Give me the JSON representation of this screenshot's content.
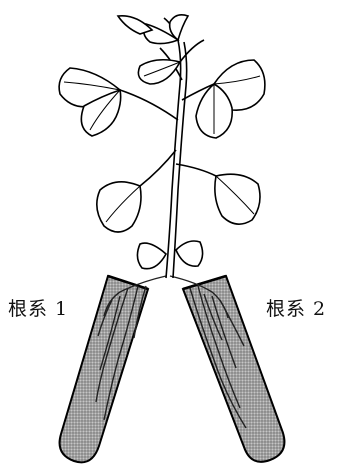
{
  "labels": {
    "root_system_1": "根系 1",
    "root_system_2": "根系 2"
  },
  "colors": {
    "outline": "#000000",
    "tube_fill": "#9a9a9a",
    "leaf_fill": "#ffffff",
    "background": "#ffffff"
  },
  "icons": {
    "plant": "plant-illustration",
    "tube_left": "test-tube-left",
    "tube_right": "test-tube-right"
  }
}
